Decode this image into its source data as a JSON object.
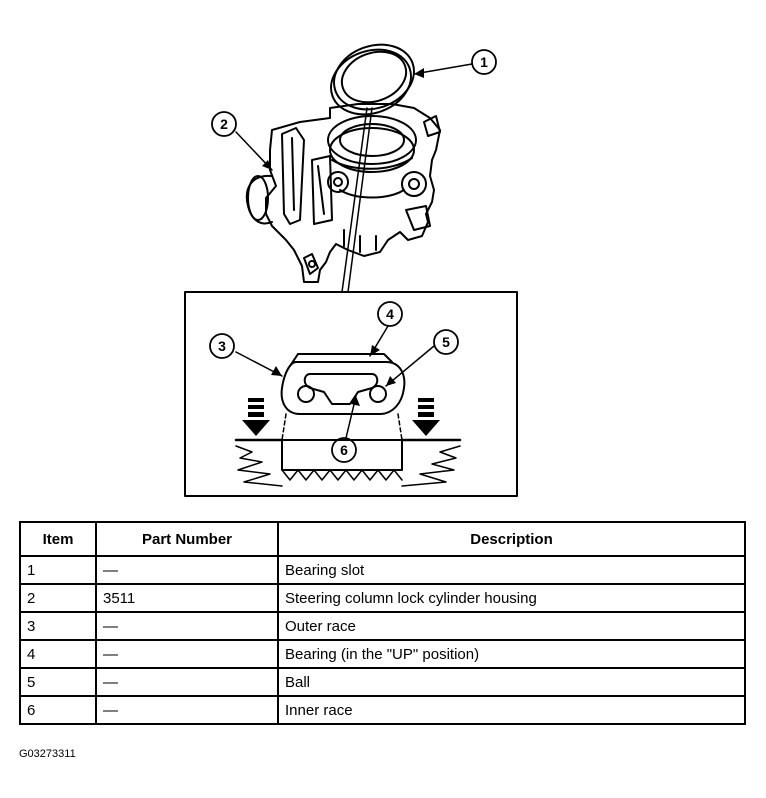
{
  "callouts": [
    "1",
    "2",
    "3",
    "4",
    "5",
    "6"
  ],
  "table": {
    "headers": [
      "Item",
      "Part Number",
      "Description"
    ],
    "rows": [
      {
        "item": "1",
        "part": "—",
        "desc": "Bearing slot"
      },
      {
        "item": "2",
        "part": "3511",
        "desc": "Steering column lock cylinder housing"
      },
      {
        "item": "3",
        "part": "—",
        "desc": "Outer race"
      },
      {
        "item": "4",
        "part": "—",
        "desc": "Bearing (in the \"UP\" position)"
      },
      {
        "item": "5",
        "part": "—",
        "desc": "Ball"
      },
      {
        "item": "6",
        "part": "—",
        "desc": "Inner race"
      }
    ]
  },
  "figure_code": "G03273311"
}
